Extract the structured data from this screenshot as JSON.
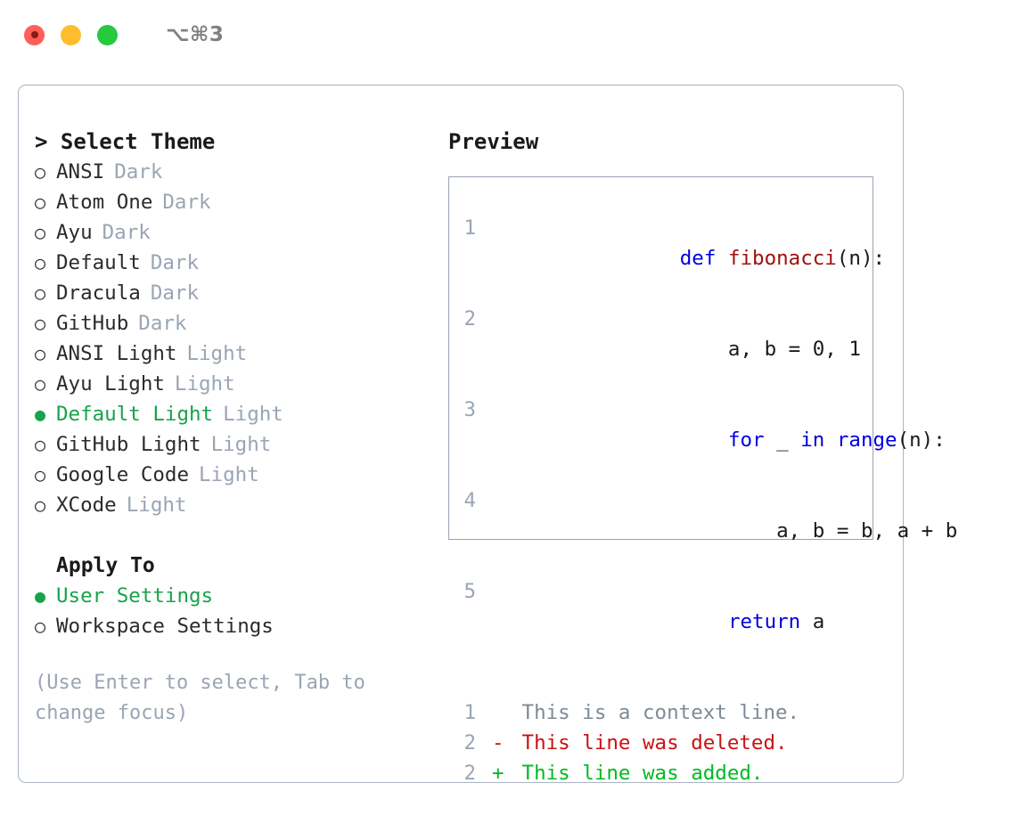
{
  "titlebar": {
    "shortcut": "⌥⌘3",
    "window_controls": [
      {
        "name": "close",
        "color": "#ff5f56"
      },
      {
        "name": "minimize",
        "color": "#ffbd2e"
      },
      {
        "name": "maximize",
        "color": "#27c93f"
      }
    ]
  },
  "theme_picker": {
    "title": "> Select Theme",
    "marker_unselected": "○",
    "marker_selected": "●",
    "selected_color": "#17a34a",
    "suffix_color": "#9aa5b4",
    "items": [
      {
        "label": "ANSI",
        "suffix": "Dark",
        "selected": false
      },
      {
        "label": "Atom One",
        "suffix": "Dark",
        "selected": false
      },
      {
        "label": "Ayu",
        "suffix": "Dark",
        "selected": false
      },
      {
        "label": "Default",
        "suffix": "Dark",
        "selected": false
      },
      {
        "label": "Dracula",
        "suffix": "Dark",
        "selected": false
      },
      {
        "label": "GitHub",
        "suffix": "Dark",
        "selected": false
      },
      {
        "label": "ANSI Light",
        "suffix": "Light",
        "selected": false
      },
      {
        "label": "Ayu Light",
        "suffix": "Light",
        "selected": false
      },
      {
        "label": "Default Light",
        "suffix": "Light",
        "selected": true
      },
      {
        "label": "GitHub Light",
        "suffix": "Light",
        "selected": false
      },
      {
        "label": "Google Code",
        "suffix": "Light",
        "selected": false
      },
      {
        "label": "XCode",
        "suffix": "Light",
        "selected": false
      }
    ]
  },
  "apply_to": {
    "title": "Apply To",
    "items": [
      {
        "label": "User Settings",
        "selected": true
      },
      {
        "label": "Workspace Settings",
        "selected": false
      }
    ]
  },
  "hint": "(Use Enter to select, Tab to change focus)",
  "preview": {
    "title": "Preview",
    "code_lines": [
      {
        "no": "1",
        "tokens": [
          {
            "t": "def ",
            "c": "kw"
          },
          {
            "t": "fibonacci",
            "c": "fn"
          },
          {
            "t": "(n):",
            "c": "plain"
          }
        ]
      },
      {
        "no": "2",
        "tokens": [
          {
            "t": "    a, b = 0, 1",
            "c": "plain"
          }
        ]
      },
      {
        "no": "3",
        "tokens": [
          {
            "t": "    ",
            "c": "plain"
          },
          {
            "t": "for",
            "c": "kw"
          },
          {
            "t": " _ ",
            "c": "plain"
          },
          {
            "t": "in",
            "c": "kw"
          },
          {
            "t": " ",
            "c": "plain"
          },
          {
            "t": "range",
            "c": "kw"
          },
          {
            "t": "(n):",
            "c": "plain"
          }
        ]
      },
      {
        "no": "4",
        "tokens": [
          {
            "t": "        a, b = b, a + b",
            "c": "plain"
          }
        ]
      },
      {
        "no": "5",
        "tokens": [
          {
            "t": "    ",
            "c": "plain"
          },
          {
            "t": "return",
            "c": "kw"
          },
          {
            "t": " a",
            "c": "plain"
          }
        ]
      }
    ],
    "diff_lines": [
      {
        "no": "1",
        "sign": " ",
        "text": " This is a context line.",
        "kind": "ctx"
      },
      {
        "no": "2",
        "sign": "-",
        "text": " This line was deleted.",
        "kind": "del"
      },
      {
        "no": "2",
        "sign": "+",
        "text": " This line was added.",
        "kind": "add"
      }
    ]
  }
}
